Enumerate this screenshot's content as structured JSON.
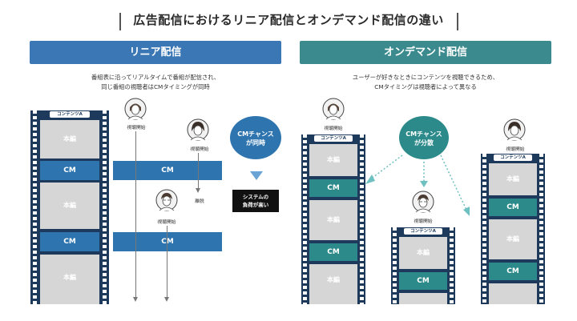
{
  "title": "広告配信におけるリニア配信とオンデマンド配信の違い",
  "colors": {
    "blue": "#2e75b0",
    "teal": "#2c8a8b",
    "film": "#1d3a5c",
    "frame": "#d6d6d6",
    "linear_header": "#3a77b4",
    "ondemand_header": "#3b8a8e"
  },
  "linear": {
    "header": "リニア配信",
    "desc_line1": "番組表に沿ってリアルタイムで番組が配信され、",
    "desc_line2": "同じ番組の視聴者はCMタイミングが同時",
    "content_label": "コンテンツA",
    "main": "本編",
    "cm": "CM",
    "start_label": "視聴開始",
    "leave_label": "離脱",
    "bubble_line1": "CMチャンス",
    "bubble_line2": "が同時",
    "box_line1": "システムの",
    "box_line2": "負荷が高い"
  },
  "ondemand": {
    "header": "オンデマンド配信",
    "desc_line1": "ユーザーが好きなときにコンテンツを視聴できるため、",
    "desc_line2": "CMタイミングは視聴者によって異なる",
    "content_label": "コンテンツA",
    "main": "本編",
    "cm": "CM",
    "start_label": "視聴開始",
    "bubble_line1": "CMチャンス",
    "bubble_line2": "が分散"
  },
  "icons": {
    "viewer": "viewer-person-icon"
  }
}
